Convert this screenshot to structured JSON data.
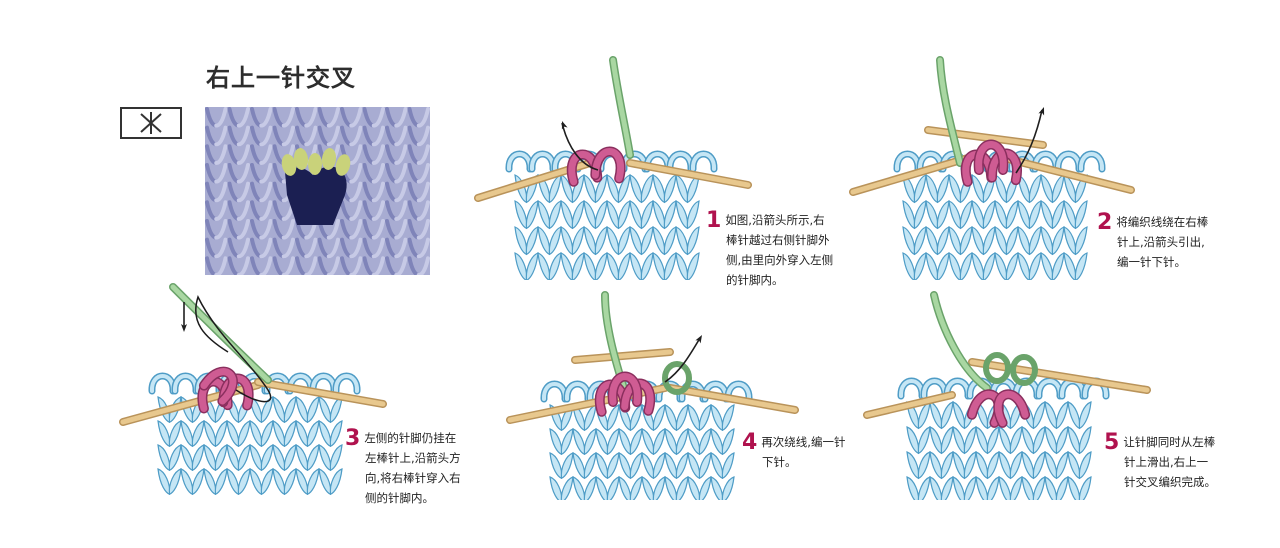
{
  "title": "右上一针交叉",
  "colors": {
    "stitch_fill": "#c5e6f5",
    "stitch_stroke": "#4e9cc6",
    "needle": "#e8c88e",
    "pink_loop": "#cf5c93",
    "green_yarn": "#a9d7a2",
    "arrow": "#1f1f1f",
    "step_number": "#b0124e",
    "swatch": "#a8acd2"
  },
  "steps": [
    {
      "number": "1",
      "lines": [
        "如图,沿箭头所示,右",
        "棒针越过右侧针脚外",
        "侧,由里向外穿入左侧",
        "的针脚内。"
      ]
    },
    {
      "number": "2",
      "lines": [
        "将编织线绕在右棒",
        "针上,沿箭头引出,",
        "编一针下针。"
      ]
    },
    {
      "number": "3",
      "lines": [
        "左侧的针脚仍挂在",
        "左棒针上,沿箭头方",
        "向,将右棒针穿入右",
        "侧的针脚内。"
      ]
    },
    {
      "number": "4",
      "lines": [
        "再次绕线,编一针",
        "下针。"
      ]
    },
    {
      "number": "5",
      "lines": [
        "让针脚同时从左棒",
        "针上滑出,右上一",
        "针交叉编织完成。"
      ]
    }
  ]
}
